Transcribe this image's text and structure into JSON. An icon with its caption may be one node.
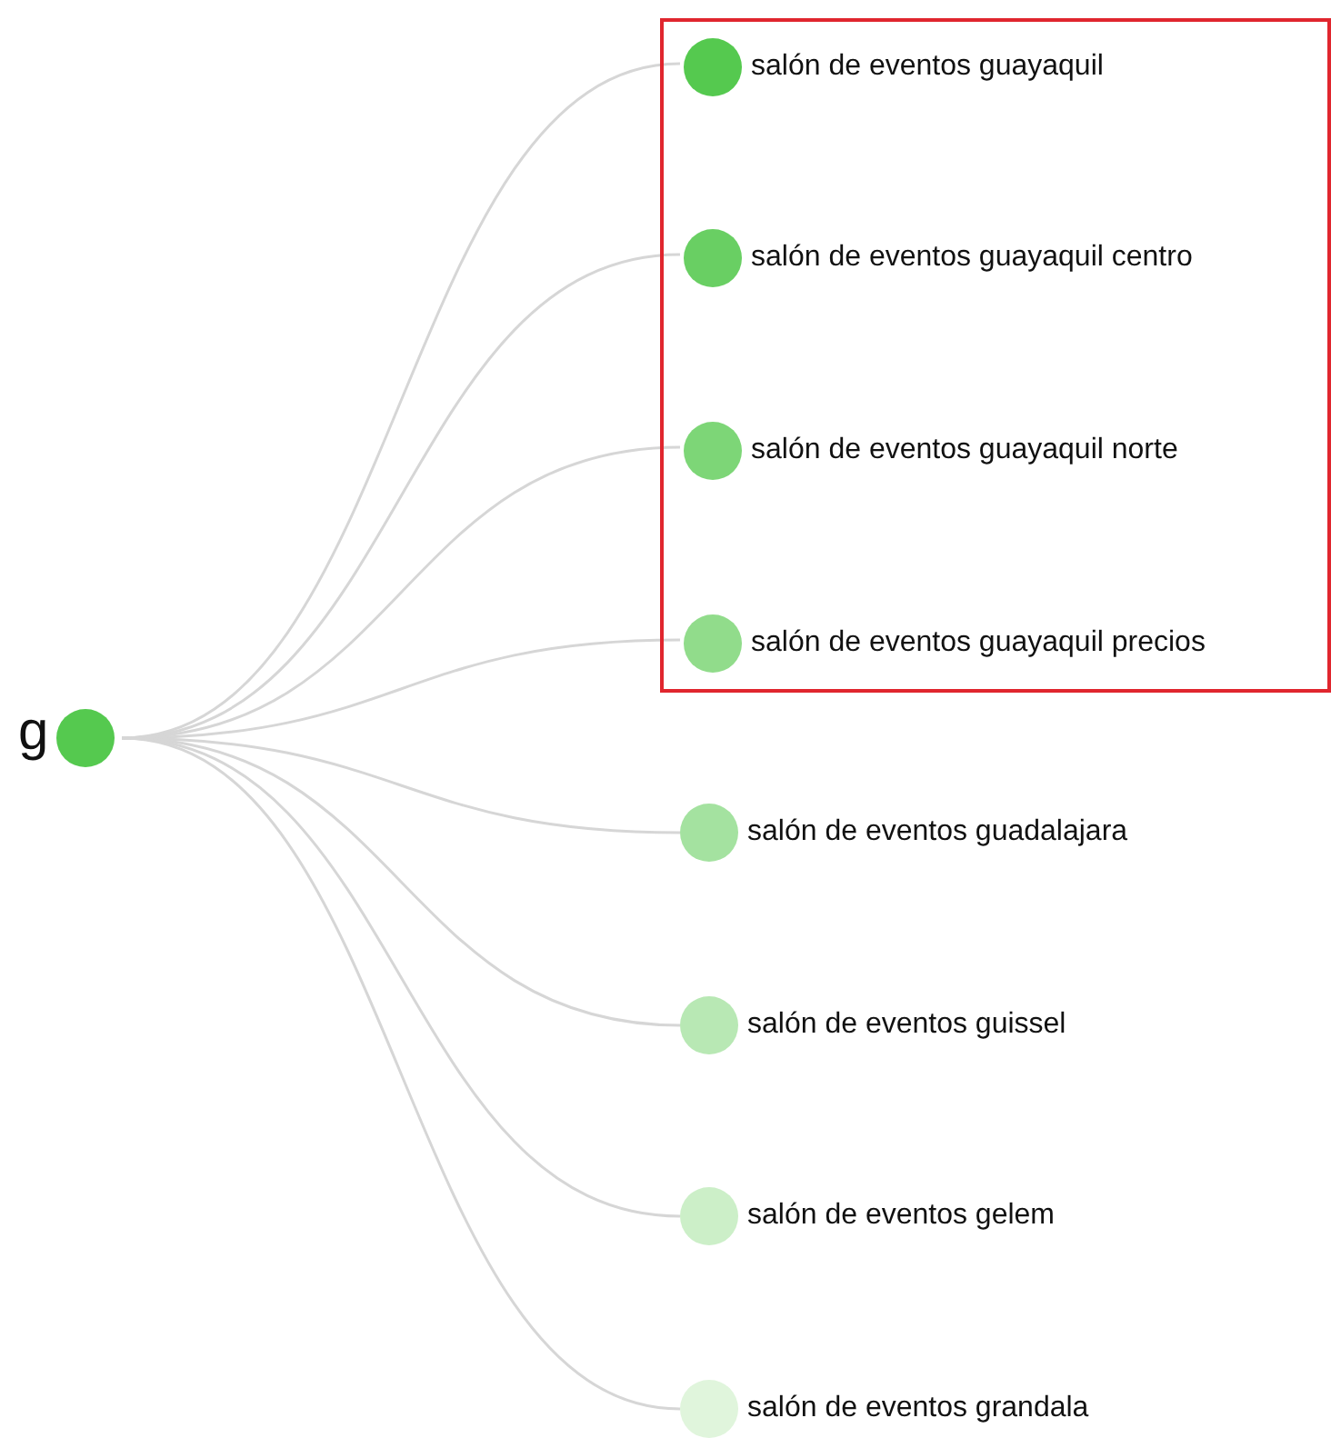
{
  "diagram": {
    "nodes": [
      {
        "text": [
          "g"
        ]
      },
      {
        "text": [],
        "shape": "box"
      },
      {
        "text": [
          "salón de eventos guayaquil"
        ],
        "in": 1
      },
      {
        "text": [
          "salón de eventos guayaquil centro"
        ],
        "in": 1
      },
      {
        "text": [
          "salón de eventos guayaquil norte"
        ],
        "in": 1
      },
      {
        "text": [
          "salón de eventos guayaquil precios"
        ],
        "in": 1
      },
      {
        "text": [
          "salón de eventos guadalajara"
        ]
      },
      {
        "text": [
          "salón de eventos guissel"
        ]
      },
      {
        "text": [
          "salón de eventos gelem"
        ]
      },
      {
        "text": [
          "salón de eventos grandala"
        ]
      }
    ],
    "edges": [
      {
        "from": 0,
        "to": 2,
        "arrow": "none"
      },
      {
        "from": 0,
        "to": 3,
        "arrow": "none"
      },
      {
        "from": 0,
        "to": 4,
        "arrow": "none"
      },
      {
        "from": 0,
        "to": 5,
        "arrow": "none"
      },
      {
        "from": 0,
        "to": 6,
        "arrow": "none"
      },
      {
        "from": 0,
        "to": 7,
        "arrow": "none"
      },
      {
        "from": 0,
        "to": 8,
        "arrow": "none"
      },
      {
        "from": 0,
        "to": 9,
        "arrow": "none"
      }
    ]
  }
}
